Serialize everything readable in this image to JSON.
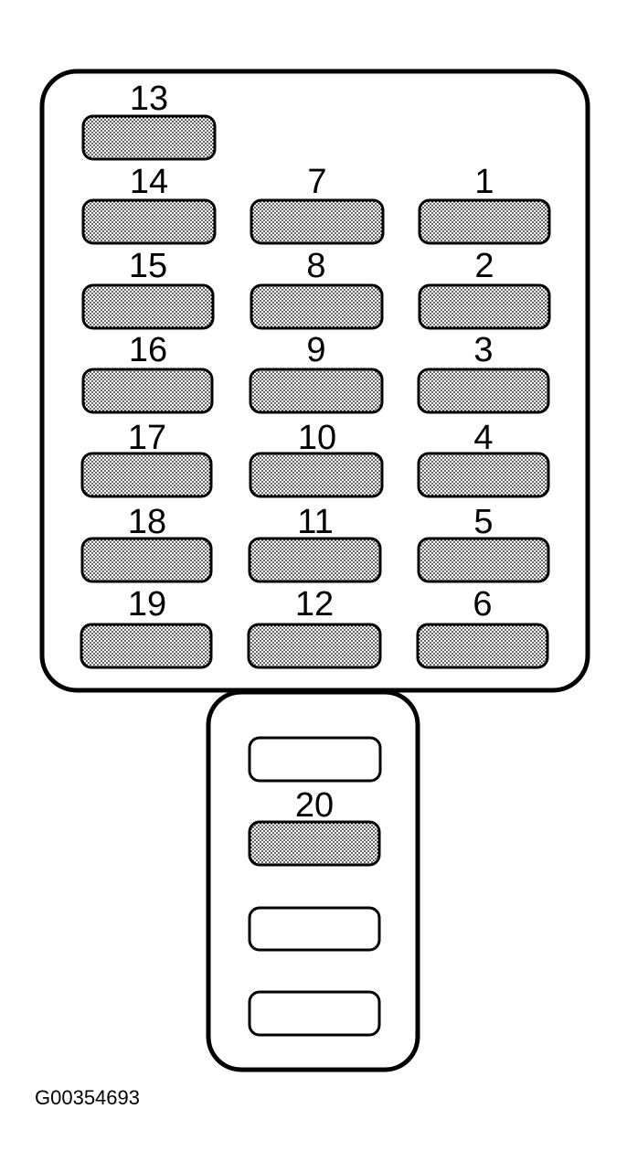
{
  "diagram": {
    "figure_code": "G00354693",
    "colors": {
      "outline": "#000000",
      "background": "#ffffff",
      "fuse_fill": "#c8c8c8"
    },
    "main_box": {
      "fuses": [
        {
          "label": "13",
          "filled": true
        },
        {
          "label": "14",
          "filled": true
        },
        {
          "label": "7",
          "filled": true
        },
        {
          "label": "1",
          "filled": true
        },
        {
          "label": "15",
          "filled": true
        },
        {
          "label": "8",
          "filled": true
        },
        {
          "label": "2",
          "filled": true
        },
        {
          "label": "16",
          "filled": true
        },
        {
          "label": "9",
          "filled": true
        },
        {
          "label": "3",
          "filled": true
        },
        {
          "label": "17",
          "filled": true
        },
        {
          "label": "10",
          "filled": true
        },
        {
          "label": "4",
          "filled": true
        },
        {
          "label": "18",
          "filled": true
        },
        {
          "label": "11",
          "filled": true
        },
        {
          "label": "5",
          "filled": true
        },
        {
          "label": "19",
          "filled": true
        },
        {
          "label": "12",
          "filled": true
        },
        {
          "label": "6",
          "filled": true
        }
      ]
    },
    "sub_box": {
      "slots": [
        {
          "label": "",
          "filled": false
        },
        {
          "label": "20",
          "filled": true
        },
        {
          "label": "",
          "filled": false
        },
        {
          "label": "",
          "filled": false
        }
      ]
    }
  }
}
